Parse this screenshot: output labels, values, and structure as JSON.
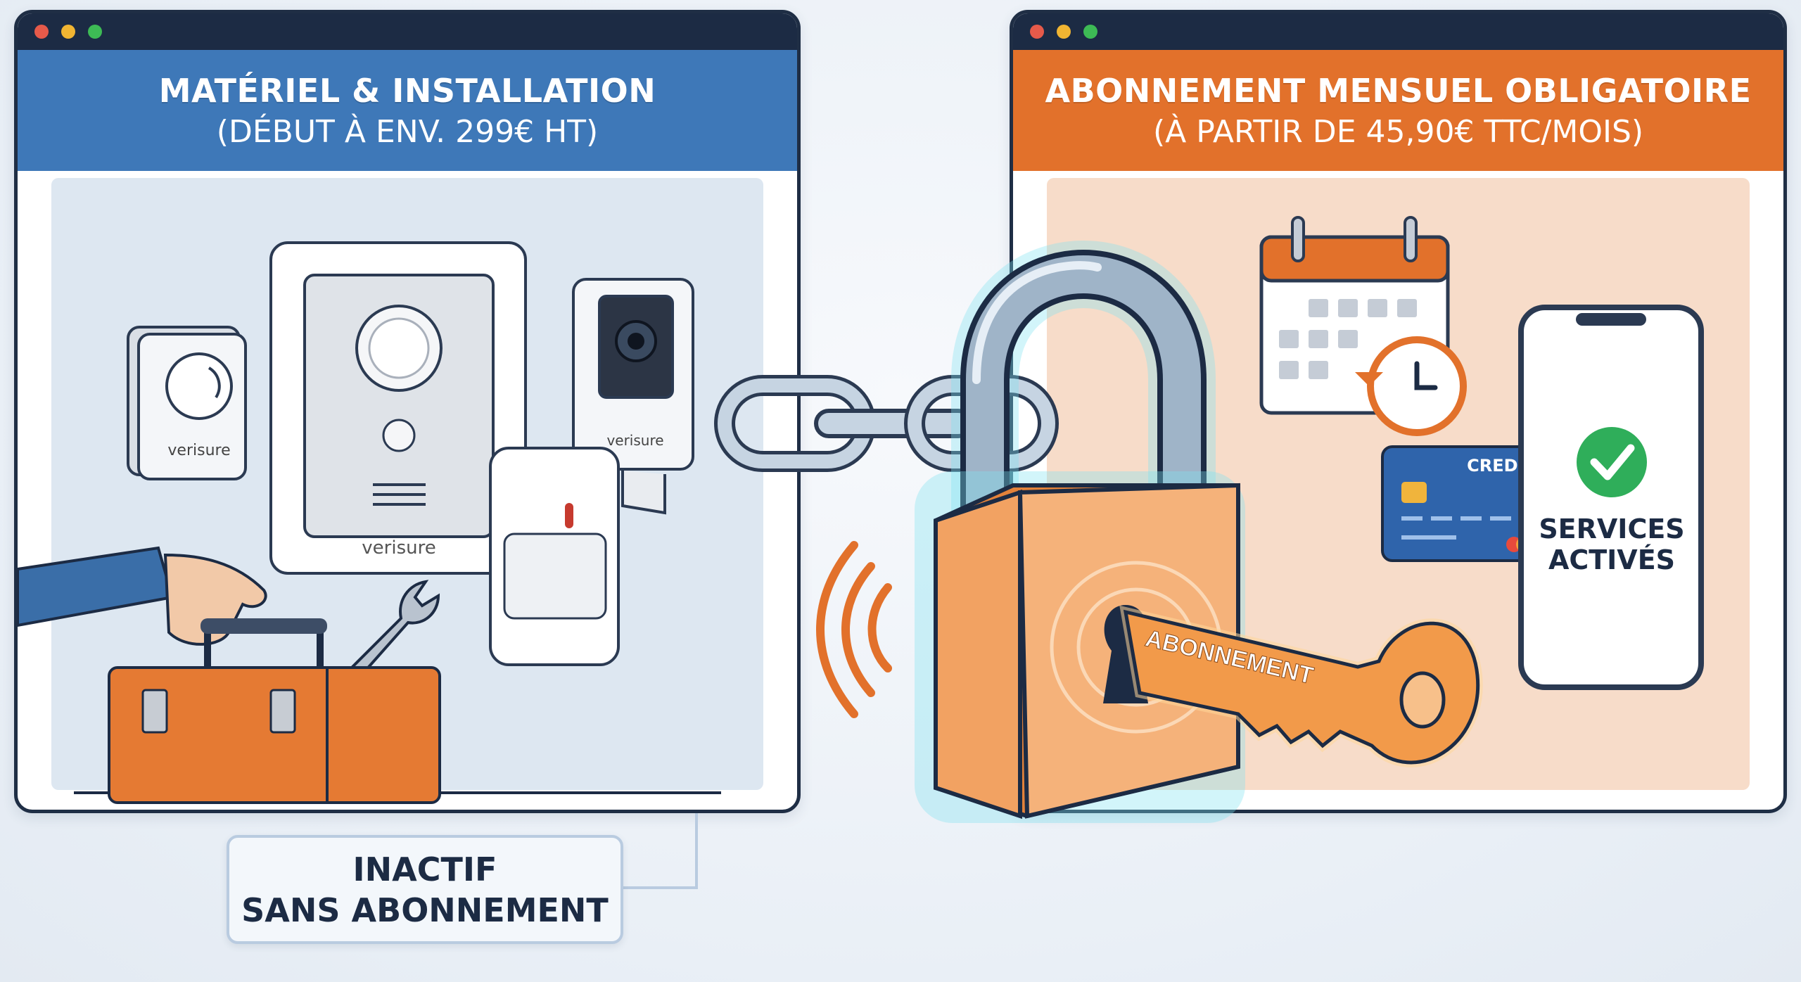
{
  "left_window": {
    "title": "MATÉRIEL & INSTALLATION",
    "subtitle": "(DÉBUT À ENV. 299€ HT)"
  },
  "right_window": {
    "title": "ABONNEMENT MENSUEL OBLIGATOIRE",
    "subtitle": "(À PARTIR DE 45,90€ TTC/MOIS)"
  },
  "brand": {
    "sensor_label": "verisure",
    "keypad_label": "verisure",
    "camera_label": "verisure"
  },
  "key_label": "ABONNEMENT",
  "card_label": "CREDIT",
  "phone_status": {
    "line1": "SERVICES",
    "line2": "ACTIVÉS"
  },
  "callout": {
    "line1": "INACTIF",
    "line2": "SANS ABONNEMENT"
  },
  "icons": [
    "window-controls",
    "motion-sensor-icon",
    "keypad-icon",
    "camera-icon",
    "pir-sensor-icon",
    "toolbox-icon",
    "wrench-icon",
    "hand-icon",
    "chain-icon",
    "padlock-icon",
    "key-icon",
    "wireless-signal-icon",
    "calendar-icon",
    "clock-renew-icon",
    "credit-card-icon",
    "smartphone-icon",
    "check-icon"
  ],
  "colors": {
    "navy": "#1c2b44",
    "blue_header": "#3e78b8",
    "orange_header": "#e2712b",
    "lock_orange": "#f2a262",
    "glow": "#7fe3f2"
  }
}
